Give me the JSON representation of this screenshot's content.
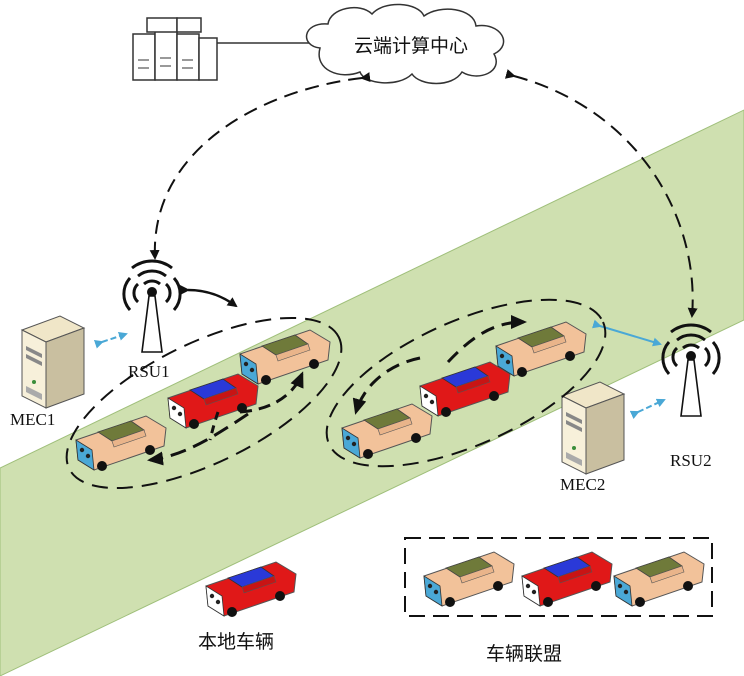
{
  "cloud": {
    "label": "云端计算中心",
    "icon": "cloud-icon"
  },
  "server_farm": {
    "icon": "server-rack-icon"
  },
  "rsu1": {
    "label": "RSU1",
    "icon": "antenna-tower-icon"
  },
  "rsu2": {
    "label": "RSU2",
    "icon": "antenna-tower-icon"
  },
  "mec1": {
    "label": "MEC1",
    "icon": "server-tower-icon"
  },
  "mec2": {
    "label": "MEC2",
    "icon": "server-tower-icon"
  },
  "legend": {
    "local_vehicle": {
      "label": "本地车辆",
      "icon": "red-car-icon"
    },
    "alliance": {
      "label": "车辆联盟",
      "icon": "car-group-icon"
    }
  },
  "colors": {
    "road": "#cfe0b0",
    "road_edge": "#9fbf7a",
    "beige_car": "#f2c29a",
    "beige_roof": "#6f7a3a",
    "red_car": "#e01818",
    "red_roof": "#2a39d8",
    "link_blue": "#4aa8d6",
    "dash": "#111111"
  }
}
